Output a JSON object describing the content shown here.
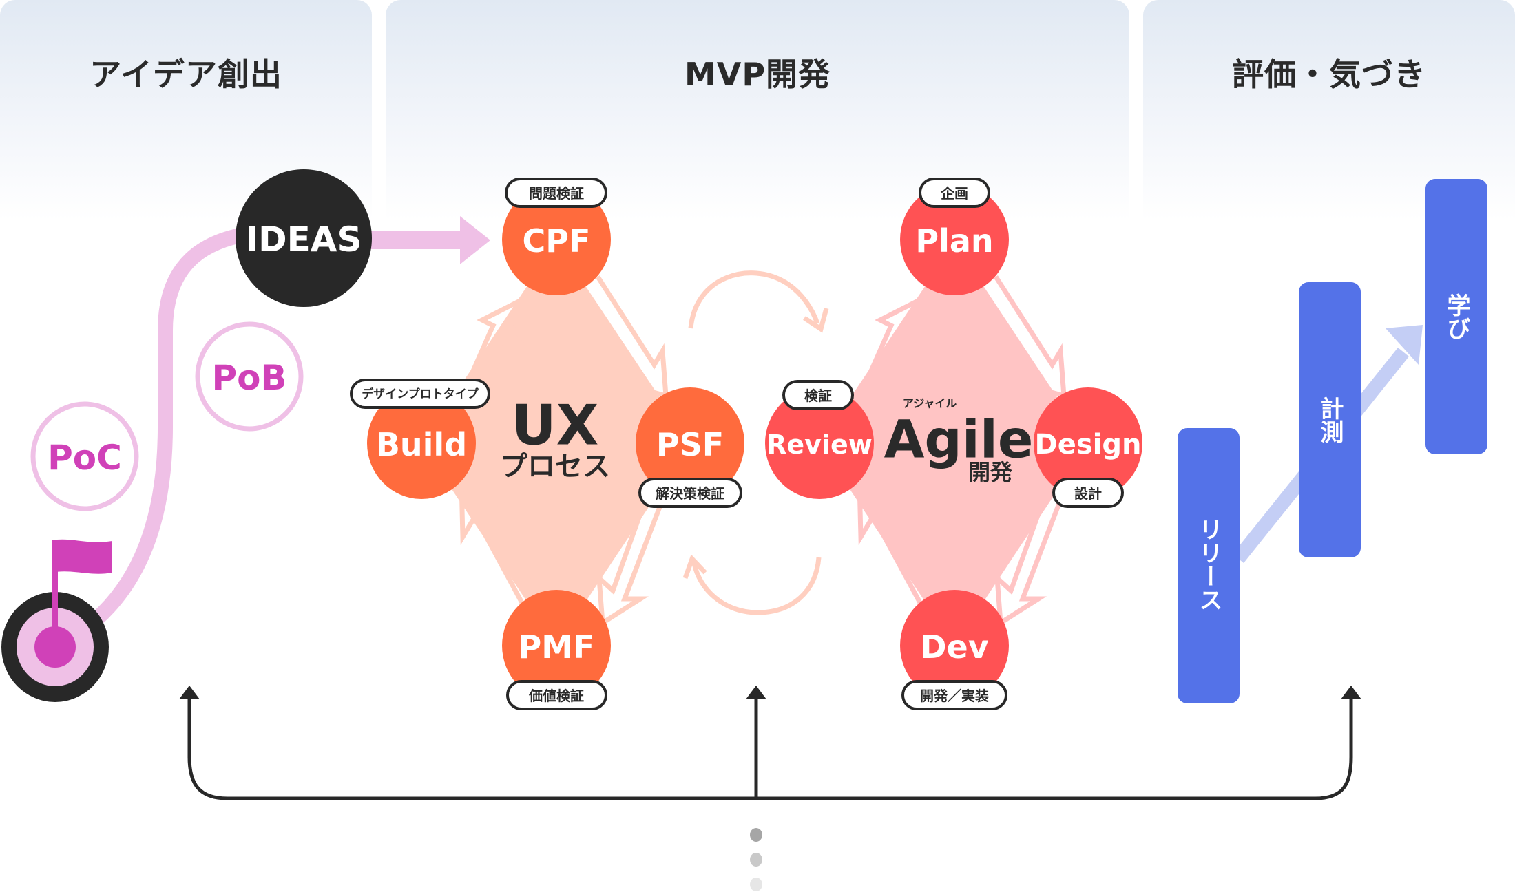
{
  "phases": [
    {
      "title": "アイデア創出"
    },
    {
      "title": "MVP開発"
    },
    {
      "title": "評価・気づき"
    }
  ],
  "ideation": {
    "start_icon": "flag-icon",
    "milestones": [
      "PoC",
      "PoB"
    ],
    "ideas_label": "IDEAS"
  },
  "ux_process": {
    "title": "UX",
    "subtitle": "プロセス",
    "nodes": [
      {
        "label": "CPF",
        "tag": "問題検証"
      },
      {
        "label": "PSF",
        "tag": "解決策検証"
      },
      {
        "label": "PMF",
        "tag": "価値検証"
      },
      {
        "label": "Build",
        "tag": "デザインプロトタイプ"
      }
    ]
  },
  "agile_process": {
    "title": "Agile",
    "ruby": "アジャイル",
    "subtitle": "開発",
    "nodes": [
      {
        "label": "Plan",
        "tag": "企画"
      },
      {
        "label": "Design",
        "tag": "設計"
      },
      {
        "label": "Dev",
        "tag": "開発／実装"
      },
      {
        "label": "Review",
        "tag": "検証"
      }
    ]
  },
  "evaluation": {
    "steps": [
      "リリース",
      "計測",
      "学び"
    ]
  },
  "colors": {
    "ux_node": "#ff6b3d",
    "ux_fill": "#ffcfc0",
    "agile_node": "#ff5254",
    "agile_fill": "#ffc4c4",
    "ideation_pink": "#efc0e6",
    "ideation_magenta": "#d041b8",
    "eval_blue": "#5472e8",
    "eval_arrow": "#c4cef5",
    "dark": "#282828"
  }
}
